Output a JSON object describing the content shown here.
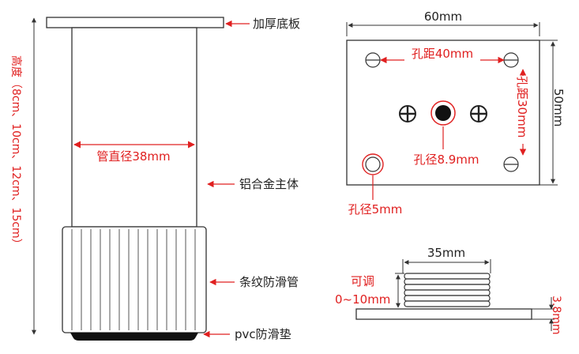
{
  "labels": {
    "thick_base_plate": "加厚底板",
    "tube_diameter": "管直径38mm",
    "alloy_body": "铝合金主体",
    "striped_anti_slip_tube": "条纹防滑管",
    "pvc_pad": "pvc防滑垫",
    "height": "高度（8cm、10cm、12cm、15cm）"
  },
  "plate_view": {
    "width": "60mm",
    "height": "50mm",
    "hole_spacing_h": "孔距40mm",
    "hole_spacing_v": "孔距30mm",
    "center_hole": "孔径8.9mm",
    "corner_hole": "孔径5mm"
  },
  "side_view": {
    "screw_width": "35mm",
    "adjustable": "可调",
    "adjust_range": "0~10mm",
    "plate_thickness": "3.8mm"
  },
  "colors": {
    "accent": "#e02020",
    "line": "#222222",
    "pad": "#111111"
  }
}
